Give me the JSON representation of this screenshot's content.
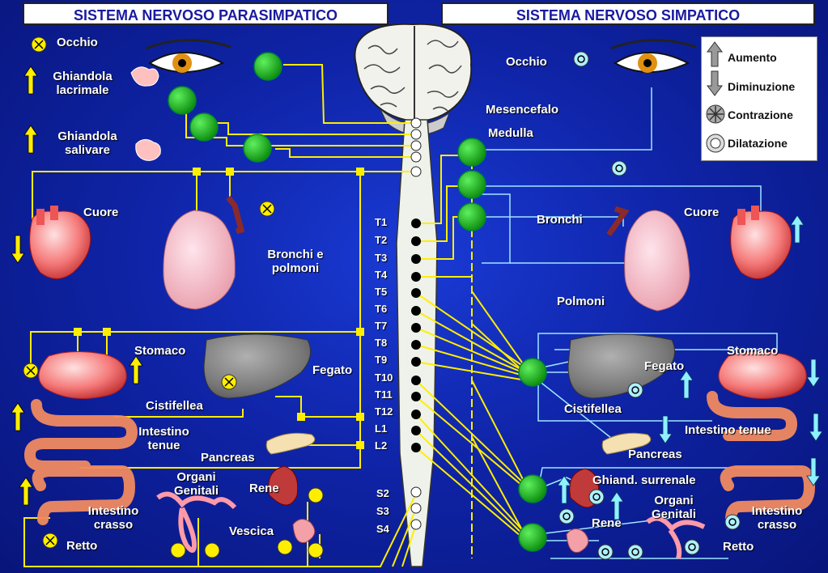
{
  "headers": {
    "parasympathetic": "SISTEMA NERVOSO PARASIMPATICO",
    "sympathetic": "SISTEMA NERVOSO SIMPATICO"
  },
  "brain": {
    "midbrain": "Mesencefalo",
    "medulla": "Medulla"
  },
  "spinal_segments": [
    "T1",
    "T2",
    "T3",
    "T4",
    "T5",
    "T6",
    "T7",
    "T8",
    "T9",
    "T10",
    "T11",
    "T12",
    "L1",
    "L2"
  ],
  "sacral_segments": [
    "S2",
    "S3",
    "S4"
  ],
  "parasympathetic": {
    "eye": "Occhio",
    "lacrimal_line1": "Ghiandola",
    "lacrimal_line2": "lacrimale",
    "salivary_line1": "Ghiandola",
    "salivary_line2": "salivare",
    "heart": "Cuore",
    "lungs_line1": "Bronchi e",
    "lungs_line2": "polmoni",
    "stomach": "Stomaco",
    "liver": "Fegato",
    "gallbladder": "Cistifellea",
    "small_int_line1": "Intestino",
    "small_int_line2": "tenue",
    "pancreas": "Pancreas",
    "genitals_line1": "Organi",
    "genitals_line2": "Genitali",
    "kidney": "Rene",
    "large_int_line1": "Intestino",
    "large_int_line2": "crasso",
    "bladder": "Vescica",
    "rectum": "Retto"
  },
  "sympathetic": {
    "eye": "Occhio",
    "bronchi": "Bronchi",
    "heart": "Cuore",
    "lungs": "Polmoni",
    "liver": "Fegato",
    "stomach": "Stomaco",
    "gallbladder": "Cistifellea",
    "small_int": "Intestino tenue",
    "pancreas": "Pancreas",
    "adrenal": "Ghiand. surrenale",
    "genitals_line1": "Organi",
    "genitals_line2": "Genitali",
    "kidney": "Rene",
    "large_int_line1": "Intestino",
    "large_int_line2": "crasso",
    "rectum": "Retto"
  },
  "legend": {
    "increase": "Aumento",
    "decrease": "Diminuzione",
    "contraction": "Contrazione",
    "dilation": "Dilatazione"
  },
  "colors": {
    "background": "#0f24a8",
    "parasympathetic_nerve": "#ffee00",
    "sympathetic_nerve": "#a0e6ff",
    "ganglion": "#18b018",
    "up_arrow_para": "#ffee00",
    "up_arrow_symp": "#8ff0ff"
  }
}
